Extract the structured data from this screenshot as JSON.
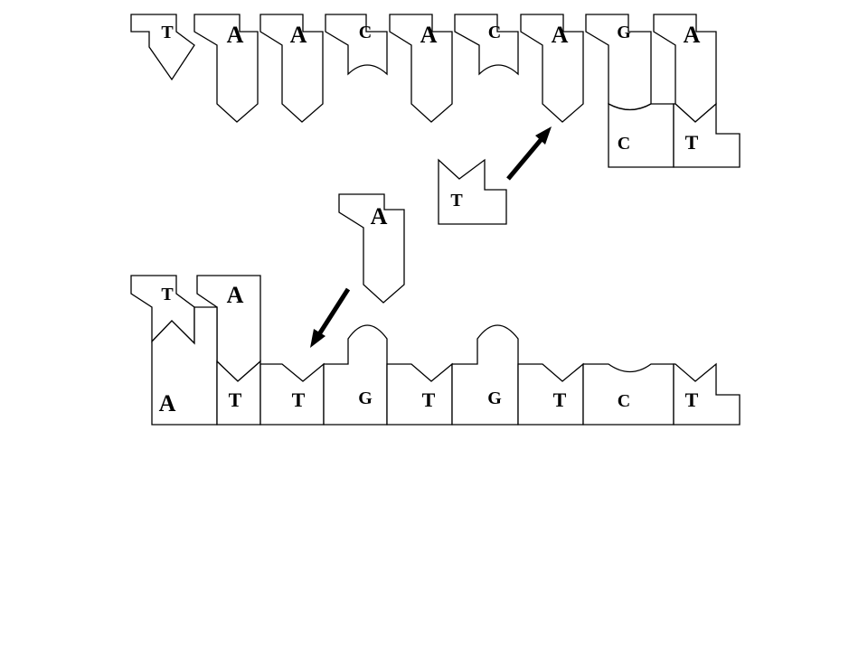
{
  "colors": {
    "ink": "#000000",
    "background": "#ffffff"
  },
  "top_strand": {
    "bases": [
      "T",
      "A",
      "A",
      "C",
      "A",
      "C",
      "A",
      "G",
      "A"
    ],
    "paired": [
      "C",
      "T"
    ]
  },
  "bottom_strand": {
    "bases": [
      "T",
      "A"
    ],
    "paired": [
      "A",
      "T",
      "T",
      "G",
      "T",
      "G",
      "T",
      "C",
      "T"
    ]
  },
  "free_nucleotides": {
    "incoming_a": "A",
    "incoming_t": "T"
  }
}
